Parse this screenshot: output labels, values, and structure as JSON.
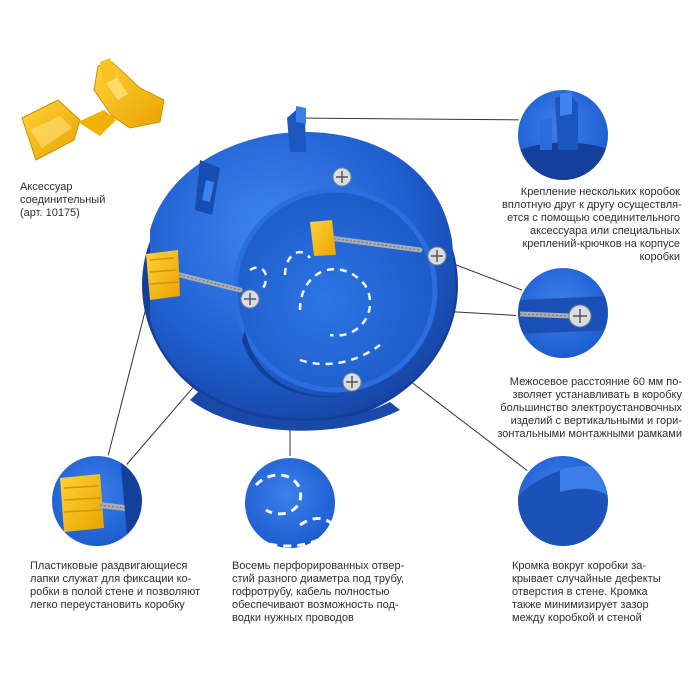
{
  "captions": {
    "accessory": [
      "Аксессуар",
      "соединительный",
      "(арт. 10175)"
    ],
    "mounting": [
      "Крепление нескольких коробок",
      "вплотную друг к другу осуществля-",
      "ется с помощью соединительного",
      "аксессуара или специальных",
      "креплений-крючков на корпусе",
      "коробки"
    ],
    "distance": [
      "Межосевое расстояние 60 мм по-",
      "зволяет устанавливать в коробку",
      "большинство электроустановочных",
      "изделий с вертикальными и гори-",
      "зонтальными монтажными рамками"
    ],
    "legs": [
      "Пластиковые раздвигающиеся",
      "лапки служат для фиксации ко-",
      "робки в полой стене и позволяют",
      "легко переустановить коробку"
    ],
    "holes": [
      "Восемь перфорированных отвер-",
      "стий разного диаметра под трубу,",
      "гофротрубу, кабель полностью",
      "обеспечивают возможность под-",
      "водки нужных проводов"
    ],
    "edge": [
      "Кромка вокруг коробки за-",
      "крывает случайные дефекты",
      "отверстия в стене. Кромка",
      "также минимизирует зазор",
      "между коробкой и стеной"
    ]
  },
  "colors": {
    "box_blue": "#1f5fd0",
    "accent_yellow": "#f7b90f",
    "text": "#2e2e2e",
    "leader": "#333333"
  },
  "icons": [
    "connector-accessory",
    "junction-box",
    "detail-clip",
    "detail-screw",
    "detail-leg",
    "detail-knockouts",
    "detail-flange"
  ]
}
